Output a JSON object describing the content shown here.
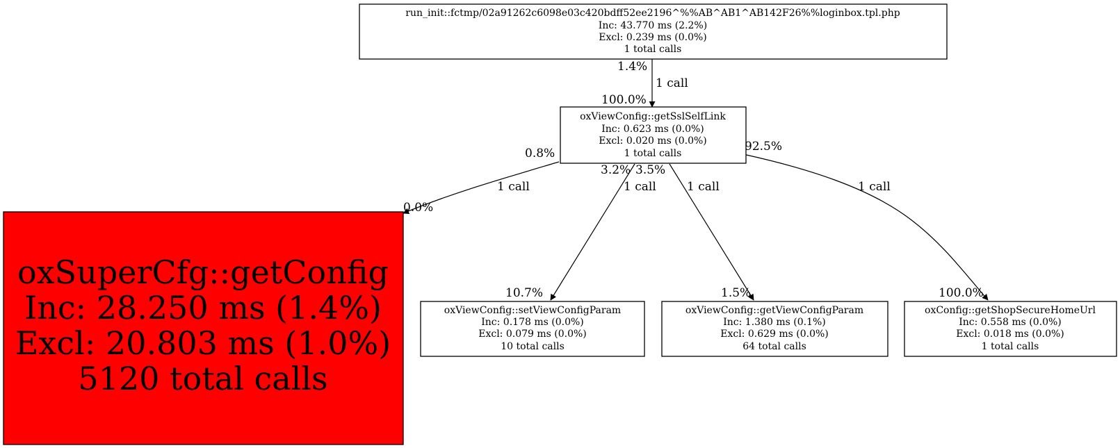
{
  "colors": {
    "hot_node_fill": "#ff0000",
    "node_fill": "#ffffff",
    "stroke": "#000000"
  },
  "nodes": {
    "run_init": {
      "name": "run_init::fctmp/02a91262c6098e03c420bdff52ee2196^%%AB^AB1^AB142F26%%loginbox.tpl.php",
      "inc": "Inc: 43.770 ms (2.2%)",
      "excl": "Excl: 0.239 ms (0.0%)",
      "calls": "1 total calls"
    },
    "get_ssl_self_link": {
      "name": "oxViewConfig::getSslSelfLink",
      "inc": "Inc: 0.623 ms (0.0%)",
      "excl": "Excl: 0.020 ms (0.0%)",
      "calls": "1 total calls"
    },
    "get_config": {
      "name": "oxSuperCfg::getConfig",
      "inc": "Inc: 28.250 ms (1.4%)",
      "excl": "Excl: 20.803 ms (1.0%)",
      "calls": "5120 total calls"
    },
    "set_view_config_param": {
      "name": "oxViewConfig::setViewConfigParam",
      "inc": "Inc: 0.178 ms (0.0%)",
      "excl": "Excl: 0.079 ms (0.0%)",
      "calls": "10 total calls"
    },
    "get_view_config_param": {
      "name": "oxViewConfig::getViewConfigParam",
      "inc": "Inc: 1.380 ms (0.1%)",
      "excl": "Excl: 0.629 ms (0.0%)",
      "calls": "64 total calls"
    },
    "get_shop_secure_home_url": {
      "name": "oxConfig::getShopSecureHomeUrl",
      "inc": "Inc: 0.558 ms (0.0%)",
      "excl": "Excl: 0.018 ms (0.0%)",
      "calls": "1 total calls"
    }
  },
  "edges": {
    "run_init_to_ssl": {
      "label": "1 call",
      "tail_pct": "1.4%",
      "head_pct": "100.0%"
    },
    "ssl_to_get_config": {
      "label": "1 call",
      "tail_pct": "0.8%",
      "head_pct": "0.0%"
    },
    "ssl_to_set_param": {
      "label": "1 call",
      "tail_pct": "3.2%",
      "head_pct": "10.7%"
    },
    "ssl_to_get_param": {
      "label": "1 call",
      "tail_pct": "3.5%",
      "head_pct": "1.5%"
    },
    "ssl_to_home_url": {
      "label": "1 call",
      "tail_pct": "92.5%",
      "head_pct": "100.0%"
    }
  }
}
